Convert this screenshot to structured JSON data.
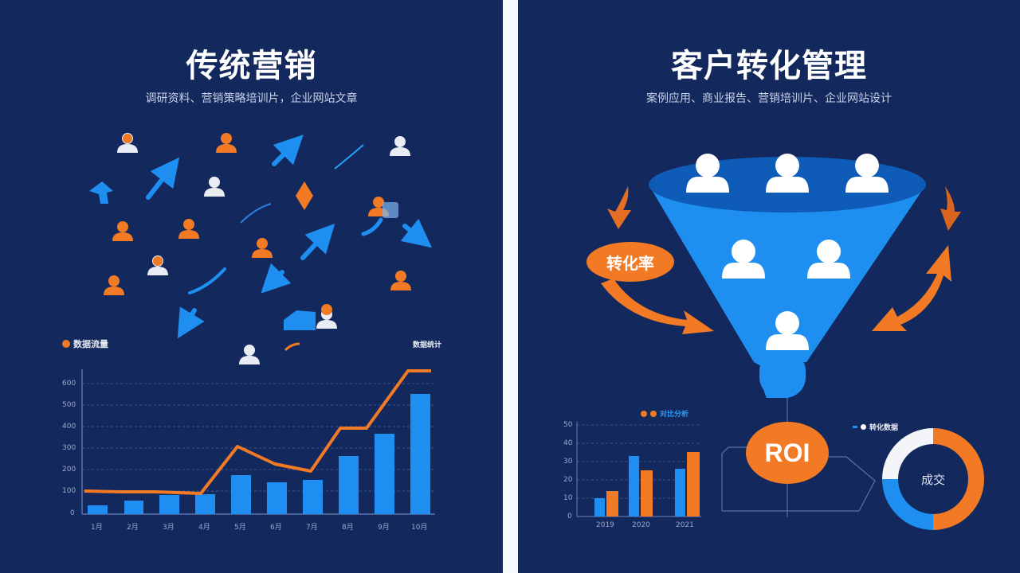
{
  "left_panel": {
    "title": "传统营销",
    "subtitle": "调研资料、营销策略培训片，企业网站文章",
    "legend_label": "数据流量",
    "legend_right": "数据统计"
  },
  "right_panel": {
    "title": "客户转化管理",
    "subtitle": "案例应用、商业报告、营销培训片、企业网站设计",
    "conversion_label": "转化率",
    "roi_label": "ROI",
    "bar_legend": "对比分析",
    "donut_legend": "转化数据",
    "donut_center": "成交"
  },
  "colors": {
    "background": "#13295e",
    "accent_blue": "#1e90f0",
    "accent_orange": "#f27a25",
    "white": "#f0f2f7"
  },
  "chart_data": [
    {
      "type": "bar",
      "title": "数据流量",
      "categories": [
        "1月",
        "2月",
        "3月",
        "4月",
        "5月",
        "6月",
        "7月",
        "8月",
        "9月",
        "10月"
      ],
      "y_ticks": [
        "0",
        "100",
        "200",
        "300",
        "400",
        "500",
        "600"
      ],
      "ylim": [
        0,
        650
      ],
      "series": [
        {
          "name": "bars",
          "type": "bar",
          "values": [
            40,
            62,
            90,
            92,
            185,
            150,
            160,
            275,
            380,
            560
          ]
        },
        {
          "name": "line",
          "type": "line",
          "values": [
            100,
            98,
            97,
            95,
            330,
            270,
            190,
            420,
            420,
            615
          ]
        }
      ],
      "grid": true
    },
    {
      "type": "bar",
      "title": "对比分析",
      "categories": [
        "2019",
        "2020",
        "2021"
      ],
      "y_ticks": [
        "0",
        "10",
        "20",
        "30",
        "40",
        "50"
      ],
      "ylim": [
        0,
        50
      ],
      "series": [
        {
          "name": "blue",
          "values": [
            10,
            33,
            26
          ]
        },
        {
          "name": "orange",
          "values": [
            14,
            25,
            35
          ]
        }
      ],
      "grid": true
    },
    {
      "type": "pie",
      "title": "转化数据",
      "center_label": "成交",
      "labels": [
        "orange",
        "blue",
        "white"
      ],
      "values": [
        50,
        25,
        25
      ]
    }
  ]
}
